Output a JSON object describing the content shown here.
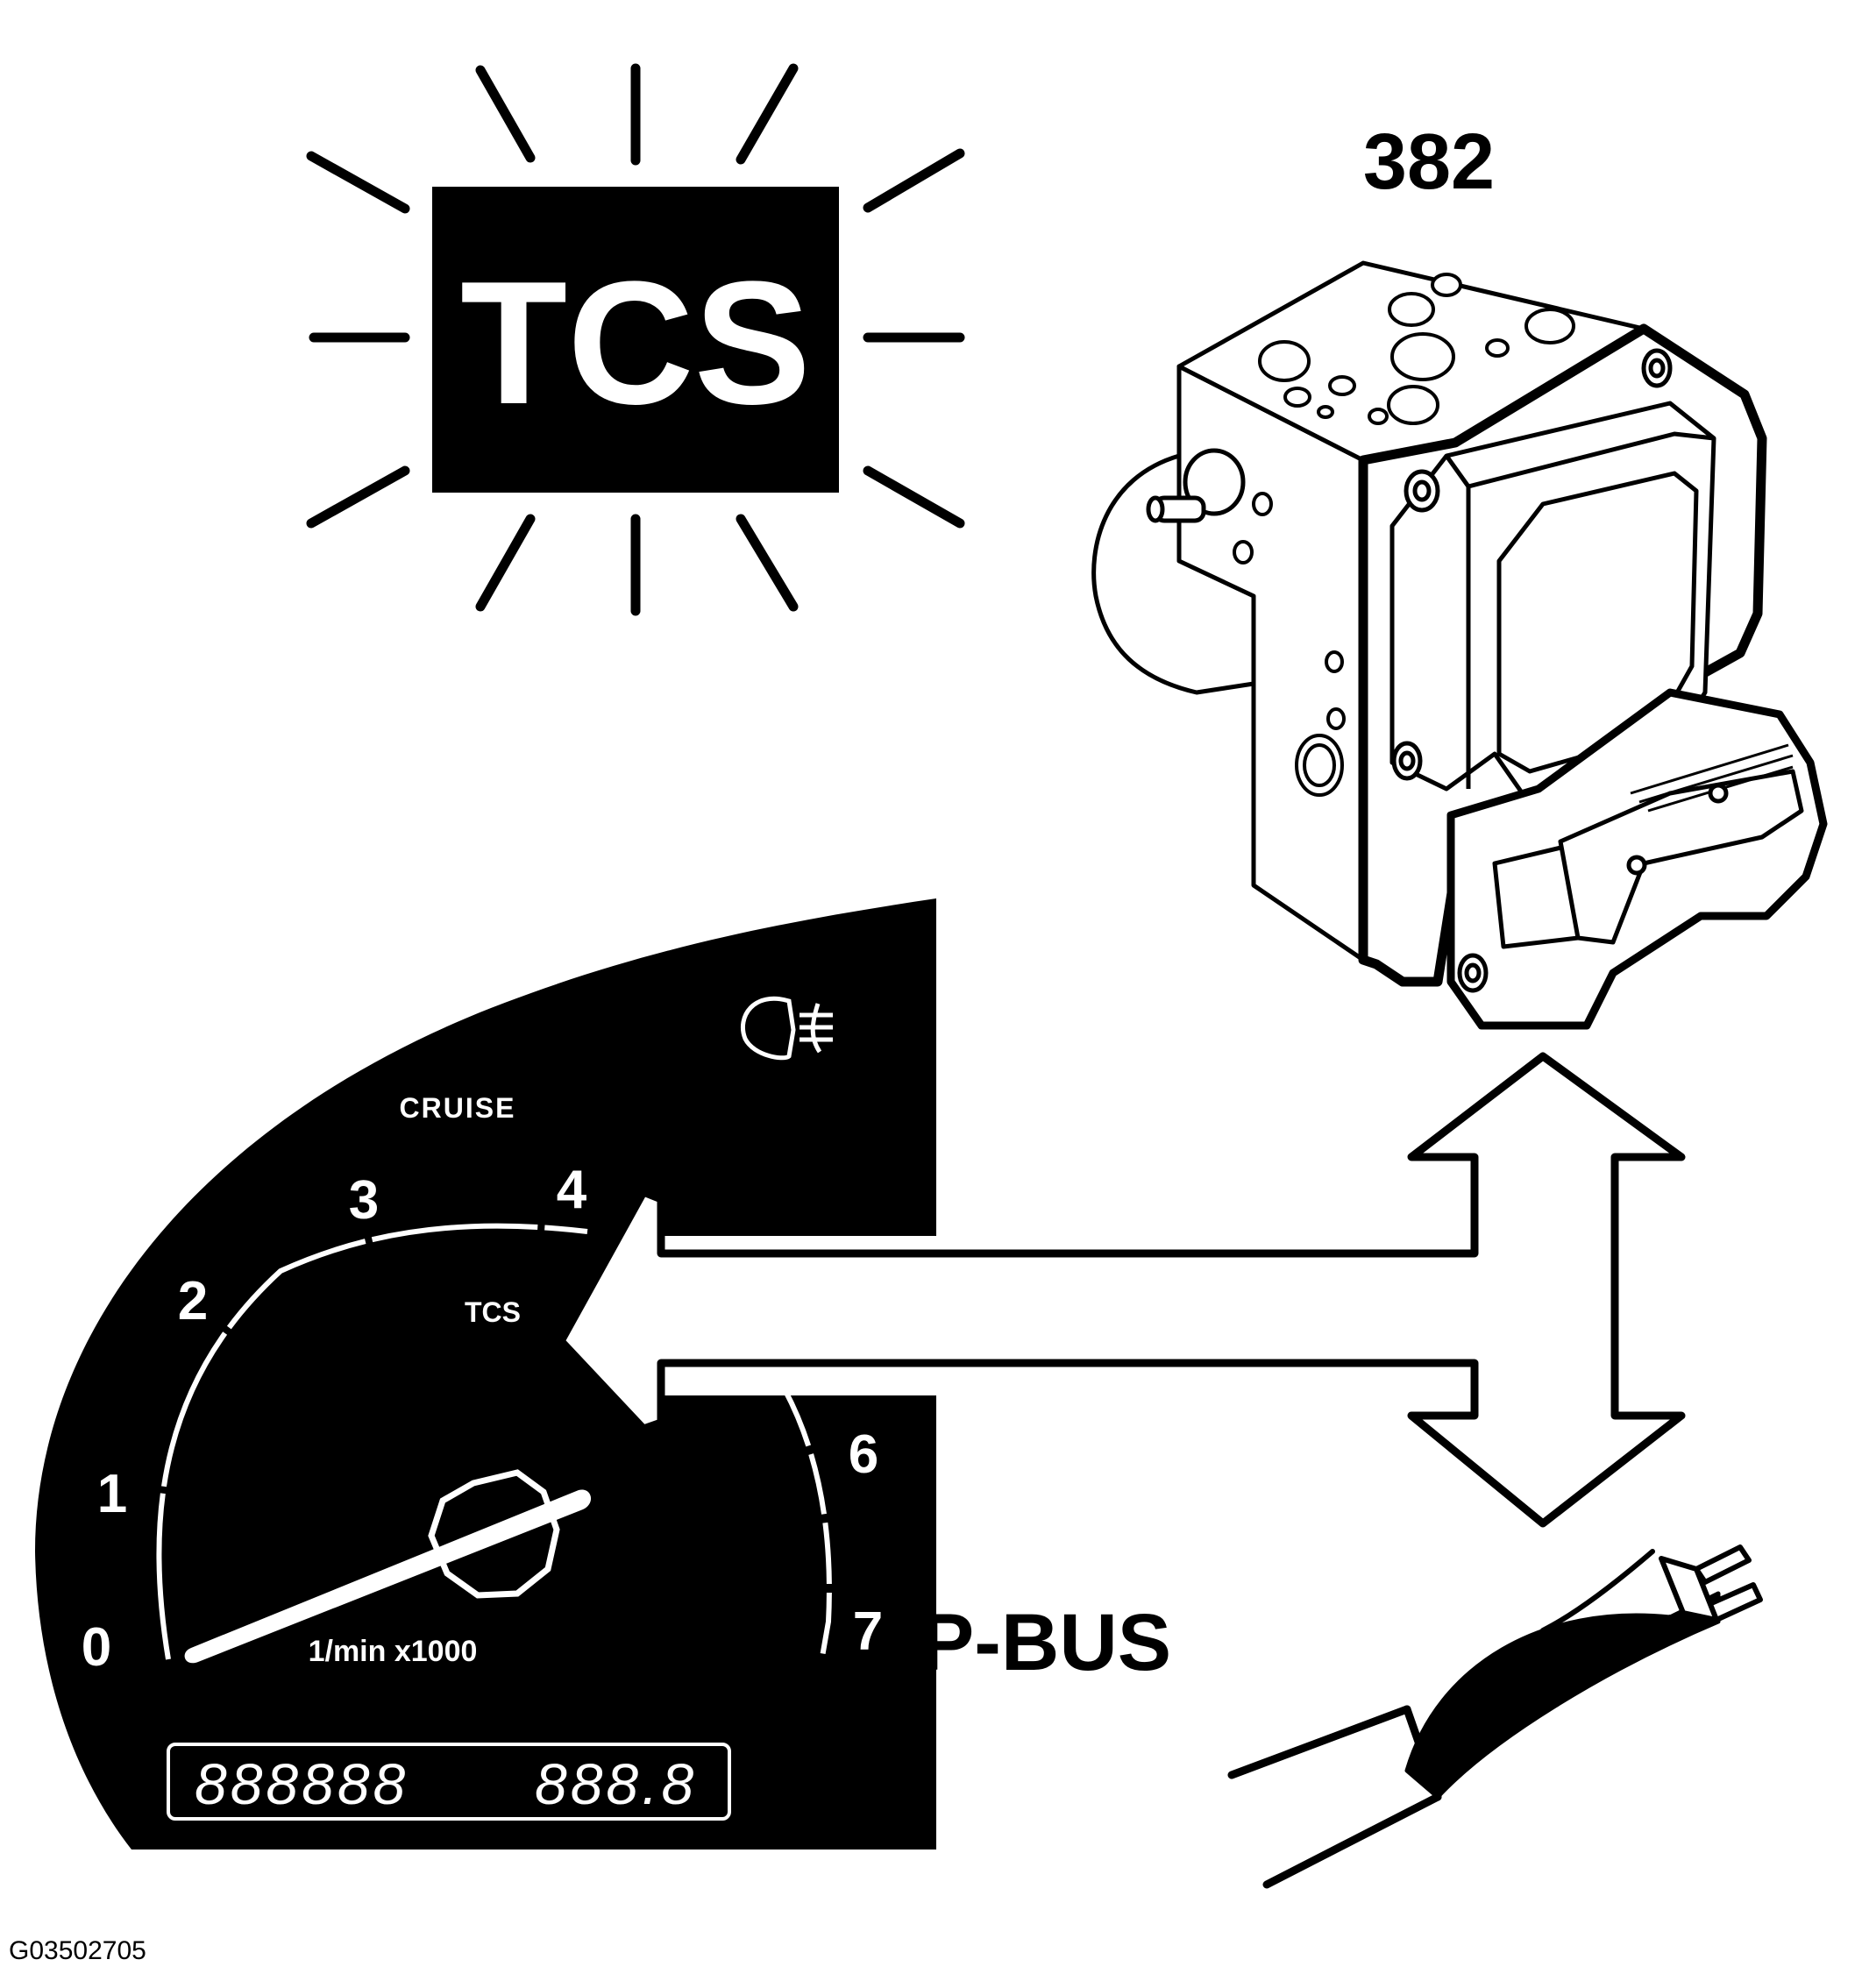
{
  "warning_lamp": {
    "label": "TCS"
  },
  "control_module": {
    "label": "382"
  },
  "cluster": {
    "tach_numbers": [
      "0",
      "1",
      "2",
      "3",
      "4",
      "6",
      "7"
    ],
    "tach_unit": "1/min x1000",
    "cruise_label": "CRUISE",
    "tcs_indicator": "TCS",
    "odometer": "888888",
    "trip": "888.8",
    "fog_icon": "rear-fog-lamp-icon"
  },
  "bus": {
    "label": "P-BUS"
  },
  "figure_id": "G03502705",
  "colors": {
    "ink": "#000000",
    "paper": "#ffffff"
  }
}
